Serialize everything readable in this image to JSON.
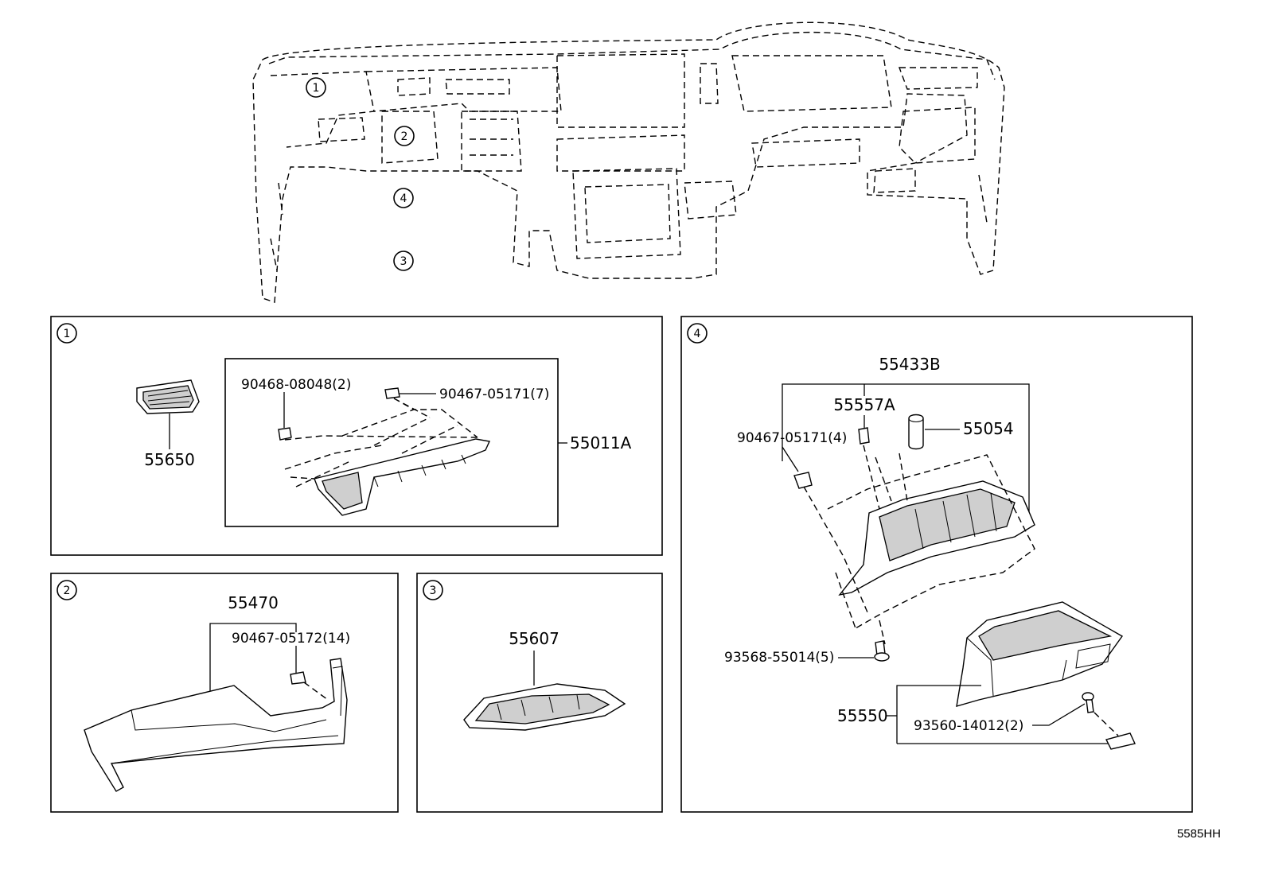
{
  "diagram": {
    "footer_code": "5585HH",
    "overview": {
      "callouts": [
        "1",
        "2",
        "4",
        "3"
      ]
    },
    "panels": [
      {
        "id": "1",
        "parts": [
          {
            "label": "55650"
          },
          {
            "label": "90468-08048(2)"
          },
          {
            "label": "90467-05171(7)"
          },
          {
            "label": "55011A"
          }
        ]
      },
      {
        "id": "2",
        "parts": [
          {
            "label": "55470"
          },
          {
            "label": "90467-05172(14)"
          }
        ]
      },
      {
        "id": "3",
        "parts": [
          {
            "label": "55607"
          }
        ]
      },
      {
        "id": "4",
        "parts": [
          {
            "label": "55433B"
          },
          {
            "label": "55557A"
          },
          {
            "label": "55054"
          },
          {
            "label": "90467-05171(4)"
          },
          {
            "label": "93568-55014(5)"
          },
          {
            "label": "55550"
          },
          {
            "label": "93560-14012(2)"
          }
        ]
      }
    ]
  }
}
